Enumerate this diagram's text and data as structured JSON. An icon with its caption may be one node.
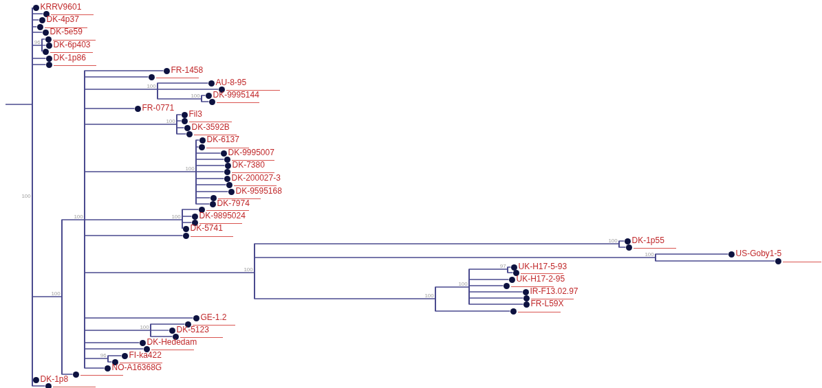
{
  "diagram": {
    "nodes": [
      {
        "text": [
          "100"
        ]
      },
      {
        "text": [
          "KRRV9601"
        ]
      },
      {
        "text": [],
        "shape": "circle"
      },
      {
        "text": [
          "DK-4p37"
        ]
      },
      {
        "text": [],
        "shape": "circle"
      },
      {
        "text": [
          "DK-5e59"
        ]
      },
      {
        "text": [
          "96"
        ]
      },
      {
        "text": [],
        "shape": "circle"
      },
      {
        "text": [
          "DK-6p403"
        ]
      },
      {
        "text": [],
        "shape": "circle"
      },
      {
        "text": [
          "DK-1p86"
        ]
      },
      {
        "text": [],
        "shape": "circle"
      },
      {
        "text": [
          "100"
        ]
      },
      {
        "text": [
          "100"
        ]
      },
      {
        "text": [
          "FR-1458"
        ]
      },
      {
        "text": [],
        "shape": "circle"
      },
      {
        "text": [
          "100"
        ]
      },
      {
        "text": [
          "AU-8-95"
        ]
      },
      {
        "text": [],
        "shape": "circle"
      },
      {
        "text": [
          "100"
        ]
      },
      {
        "text": [
          "DK-9995144"
        ]
      },
      {
        "text": [],
        "shape": "circle"
      },
      {
        "text": [
          "FR-0771"
        ]
      },
      {
        "text": [
          "100"
        ]
      },
      {
        "text": [
          "Fil3"
        ]
      },
      {
        "text": [],
        "shape": "circle"
      },
      {
        "text": [
          "DK-3592B"
        ]
      },
      {
        "text": [],
        "shape": "circle"
      },
      {
        "text": [
          "100"
        ]
      },
      {
        "text": [
          "DK-6137"
        ]
      },
      {
        "text": [],
        "shape": "circle"
      },
      {
        "text": [
          "DK-9995007"
        ]
      },
      {
        "text": [],
        "shape": "circle"
      },
      {
        "text": [
          "DK-7380"
        ]
      },
      {
        "text": [],
        "shape": "circle"
      },
      {
        "text": [
          "DK-200027-3"
        ]
      },
      {
        "text": [],
        "shape": "circle"
      },
      {
        "text": [
          "DK-9595168"
        ]
      },
      {
        "text": [],
        "shape": "circle"
      },
      {
        "text": [
          "DK-7974"
        ]
      },
      {
        "text": [
          "100"
        ]
      },
      {
        "text": [],
        "shape": "circle"
      },
      {
        "text": [
          "DK-9895024"
        ]
      },
      {
        "text": [],
        "shape": "circle"
      },
      {
        "text": [
          "DK-5741"
        ]
      },
      {
        "text": [],
        "shape": "circle"
      },
      {
        "text": [
          "100"
        ]
      },
      {
        "text": [
          "100"
        ]
      },
      {
        "text": [
          "DK-1p55"
        ]
      },
      {
        "text": [],
        "shape": "circle"
      },
      {
        "text": [
          "100"
        ]
      },
      {
        "text": [
          "US-Goby1-5"
        ]
      },
      {
        "text": [],
        "shape": "circle"
      },
      {
        "text": [
          "100"
        ]
      },
      {
        "text": [
          "100"
        ]
      },
      {
        "text": [
          "97"
        ]
      },
      {
        "text": [
          "UK-H17-5-93"
        ]
      },
      {
        "text": [],
        "shape": "circle"
      },
      {
        "text": [
          "UK-H17-2-95"
        ]
      },
      {
        "text": [],
        "shape": "circle"
      },
      {
        "text": [
          "IR-F13.02.97"
        ]
      },
      {
        "text": [],
        "shape": "circle"
      },
      {
        "text": [
          "FR-L59X"
        ]
      },
      {
        "text": [],
        "shape": "circle"
      },
      {
        "text": [
          "GE-1.2"
        ]
      },
      {
        "text": [
          "100"
        ]
      },
      {
        "text": [],
        "shape": "circle"
      },
      {
        "text": [
          "DK-5123"
        ]
      },
      {
        "text": [],
        "shape": "circle"
      },
      {
        "text": [
          "DK-Hededam"
        ]
      },
      {
        "text": [],
        "shape": "circle"
      },
      {
        "text": [
          "96"
        ]
      },
      {
        "text": [
          "FI-ka422"
        ]
      },
      {
        "text": [],
        "shape": "circle"
      },
      {
        "text": [
          "NO-A16368G"
        ]
      },
      {
        "text": [],
        "shape": "circle"
      },
      {
        "text": [
          "DK-1p8"
        ]
      },
      {
        "text": [],
        "shape": "circle"
      }
    ],
    "edges": [
      {
        "from": null,
        "to": 0,
        "arrow": "none"
      },
      {
        "from": 0,
        "to": 1,
        "arrow": "none"
      },
      {
        "from": 0,
        "to": 2,
        "arrow": "none"
      },
      {
        "from": 0,
        "to": 3,
        "arrow": "none"
      },
      {
        "from": 0,
        "to": 4,
        "arrow": "none"
      },
      {
        "from": 0,
        "to": 5,
        "arrow": "none"
      },
      {
        "from": 0,
        "to": 6,
        "arrow": "none"
      },
      {
        "from": 6,
        "to": 7,
        "arrow": "none"
      },
      {
        "from": 6,
        "to": 8,
        "arrow": "none"
      },
      {
        "from": 6,
        "to": 9,
        "arrow": "none"
      },
      {
        "from": 0,
        "to": 10,
        "arrow": "none"
      },
      {
        "from": 0,
        "to": 11,
        "arrow": "none"
      },
      {
        "from": 0,
        "to": 12,
        "arrow": "none"
      },
      {
        "from": 12,
        "to": 13,
        "arrow": "none"
      },
      {
        "from": 13,
        "to": 14,
        "arrow": "none"
      },
      {
        "from": 13,
        "to": 15,
        "arrow": "none"
      },
      {
        "from": 13,
        "to": 16,
        "arrow": "none"
      },
      {
        "from": 16,
        "to": 17,
        "arrow": "none"
      },
      {
        "from": 16,
        "to": 18,
        "arrow": "none"
      },
      {
        "from": 16,
        "to": 19,
        "arrow": "none"
      },
      {
        "from": 19,
        "to": 20,
        "arrow": "none"
      },
      {
        "from": 19,
        "to": 21,
        "arrow": "none"
      },
      {
        "from": 13,
        "to": 22,
        "arrow": "none"
      },
      {
        "from": 13,
        "to": 23,
        "arrow": "none"
      },
      {
        "from": 23,
        "to": 24,
        "arrow": "none"
      },
      {
        "from": 23,
        "to": 25,
        "arrow": "none"
      },
      {
        "from": 23,
        "to": 26,
        "arrow": "none"
      },
      {
        "from": 23,
        "to": 27,
        "arrow": "none"
      },
      {
        "from": 13,
        "to": 28,
        "arrow": "none"
      },
      {
        "from": 28,
        "to": 29,
        "arrow": "none"
      },
      {
        "from": 28,
        "to": 30,
        "arrow": "none"
      },
      {
        "from": 28,
        "to": 31,
        "arrow": "none"
      },
      {
        "from": 28,
        "to": 32,
        "arrow": "none"
      },
      {
        "from": 28,
        "to": 33,
        "arrow": "none"
      },
      {
        "from": 28,
        "to": 34,
        "arrow": "none"
      },
      {
        "from": 28,
        "to": 35,
        "arrow": "none"
      },
      {
        "from": 28,
        "to": 36,
        "arrow": "none"
      },
      {
        "from": 28,
        "to": 37,
        "arrow": "none"
      },
      {
        "from": 28,
        "to": 38,
        "arrow": "none"
      },
      {
        "from": 28,
        "to": 39,
        "arrow": "none"
      },
      {
        "from": 13,
        "to": 40,
        "arrow": "none"
      },
      {
        "from": 40,
        "to": 41,
        "arrow": "none"
      },
      {
        "from": 40,
        "to": 42,
        "arrow": "none"
      },
      {
        "from": 40,
        "to": 43,
        "arrow": "none"
      },
      {
        "from": 40,
        "to": 44,
        "arrow": "none"
      },
      {
        "from": 13,
        "to": 45,
        "arrow": "none"
      },
      {
        "from": 13,
        "to": 46,
        "arrow": "none"
      },
      {
        "from": 46,
        "to": 47,
        "arrow": "none"
      },
      {
        "from": 47,
        "to": 48,
        "arrow": "none"
      },
      {
        "from": 47,
        "to": 49,
        "arrow": "none"
      },
      {
        "from": 46,
        "to": 50,
        "arrow": "none"
      },
      {
        "from": 50,
        "to": 51,
        "arrow": "none"
      },
      {
        "from": 50,
        "to": 52,
        "arrow": "none"
      },
      {
        "from": 46,
        "to": 53,
        "arrow": "none"
      },
      {
        "from": 53,
        "to": 54,
        "arrow": "none"
      },
      {
        "from": 54,
        "to": 55,
        "arrow": "none"
      },
      {
        "from": 55,
        "to": 56,
        "arrow": "none"
      },
      {
        "from": 55,
        "to": 57,
        "arrow": "none"
      },
      {
        "from": 54,
        "to": 58,
        "arrow": "none"
      },
      {
        "from": 54,
        "to": 59,
        "arrow": "none"
      },
      {
        "from": 54,
        "to": 60,
        "arrow": "none"
      },
      {
        "from": 54,
        "to": 61,
        "arrow": "none"
      },
      {
        "from": 54,
        "to": 62,
        "arrow": "none"
      },
      {
        "from": 53,
        "to": 63,
        "arrow": "none"
      },
      {
        "from": 13,
        "to": 64,
        "arrow": "none"
      },
      {
        "from": 13,
        "to": 65,
        "arrow": "none"
      },
      {
        "from": 65,
        "to": 66,
        "arrow": "none"
      },
      {
        "from": 65,
        "to": 67,
        "arrow": "none"
      },
      {
        "from": 65,
        "to": 68,
        "arrow": "none"
      },
      {
        "from": 13,
        "to": 69,
        "arrow": "none"
      },
      {
        "from": 13,
        "to": 70,
        "arrow": "none"
      },
      {
        "from": 13,
        "to": 71,
        "arrow": "none"
      },
      {
        "from": 71,
        "to": 72,
        "arrow": "none"
      },
      {
        "from": 71,
        "to": 73,
        "arrow": "none"
      },
      {
        "from": 13,
        "to": 74,
        "arrow": "none"
      },
      {
        "from": 12,
        "to": 75,
        "arrow": "none"
      },
      {
        "from": 0,
        "to": 76,
        "arrow": "none"
      },
      {
        "from": 0,
        "to": 77,
        "arrow": "none"
      }
    ]
  }
}
